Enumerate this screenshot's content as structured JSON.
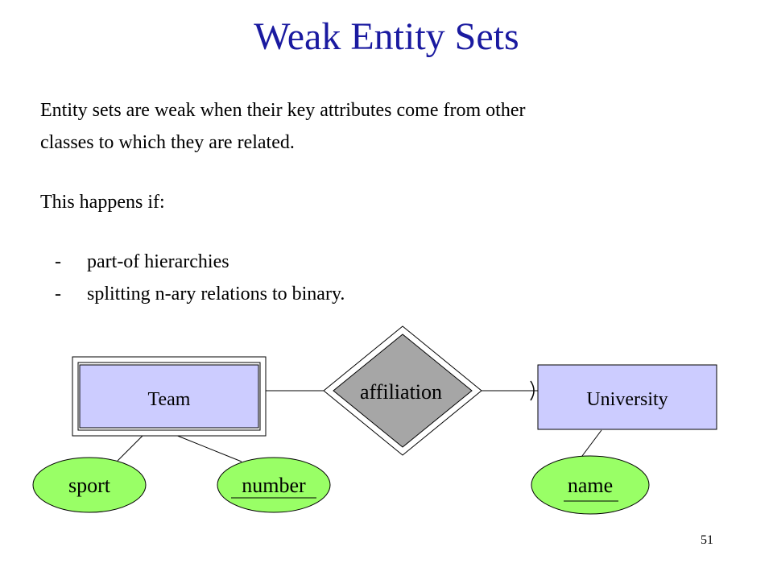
{
  "slide": {
    "title": "Weak Entity Sets",
    "intro_line1": "Entity sets are weak when their key attributes come from other",
    "intro_line2": "classes to which they are related.",
    "happens": "This happens if:",
    "bullets": [
      "part-of hierarchies",
      "splitting n-ary relations to binary."
    ],
    "bullet_marker": "-",
    "page_number": "51"
  },
  "diagram": {
    "team_label": "Team",
    "relationship_label": "affiliation",
    "university_label": "University",
    "attributes": {
      "sport": "sport",
      "number": "number",
      "name": "name"
    },
    "colors": {
      "title": "#1a1aa0",
      "entity_fill": "#ccccff",
      "relationship_fill": "#a6a6a6",
      "attribute_fill": "#99ff66"
    }
  }
}
